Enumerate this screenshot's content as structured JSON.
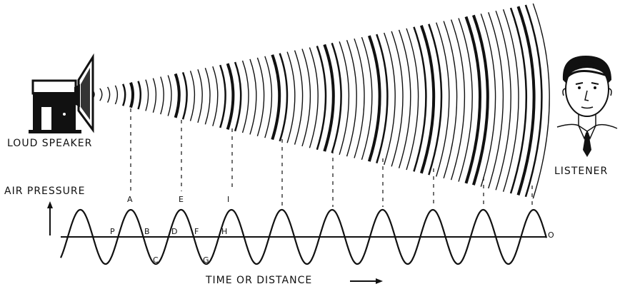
{
  "labels": {
    "speaker": "LOUD SPEAKER",
    "listener": "LISTENER",
    "pressure_axis": "AIR PRESSURE",
    "time_axis": "TIME OR DISTANCE"
  },
  "wave_points": {
    "A": "A",
    "P": "P",
    "B": "B",
    "C": "C",
    "D": "D",
    "E": "E",
    "F": "F",
    "G": "G",
    "H": "H",
    "I": "I",
    "O": "O"
  },
  "colors": {
    "ink": "#111111",
    "paper": "#ffffff"
  }
}
